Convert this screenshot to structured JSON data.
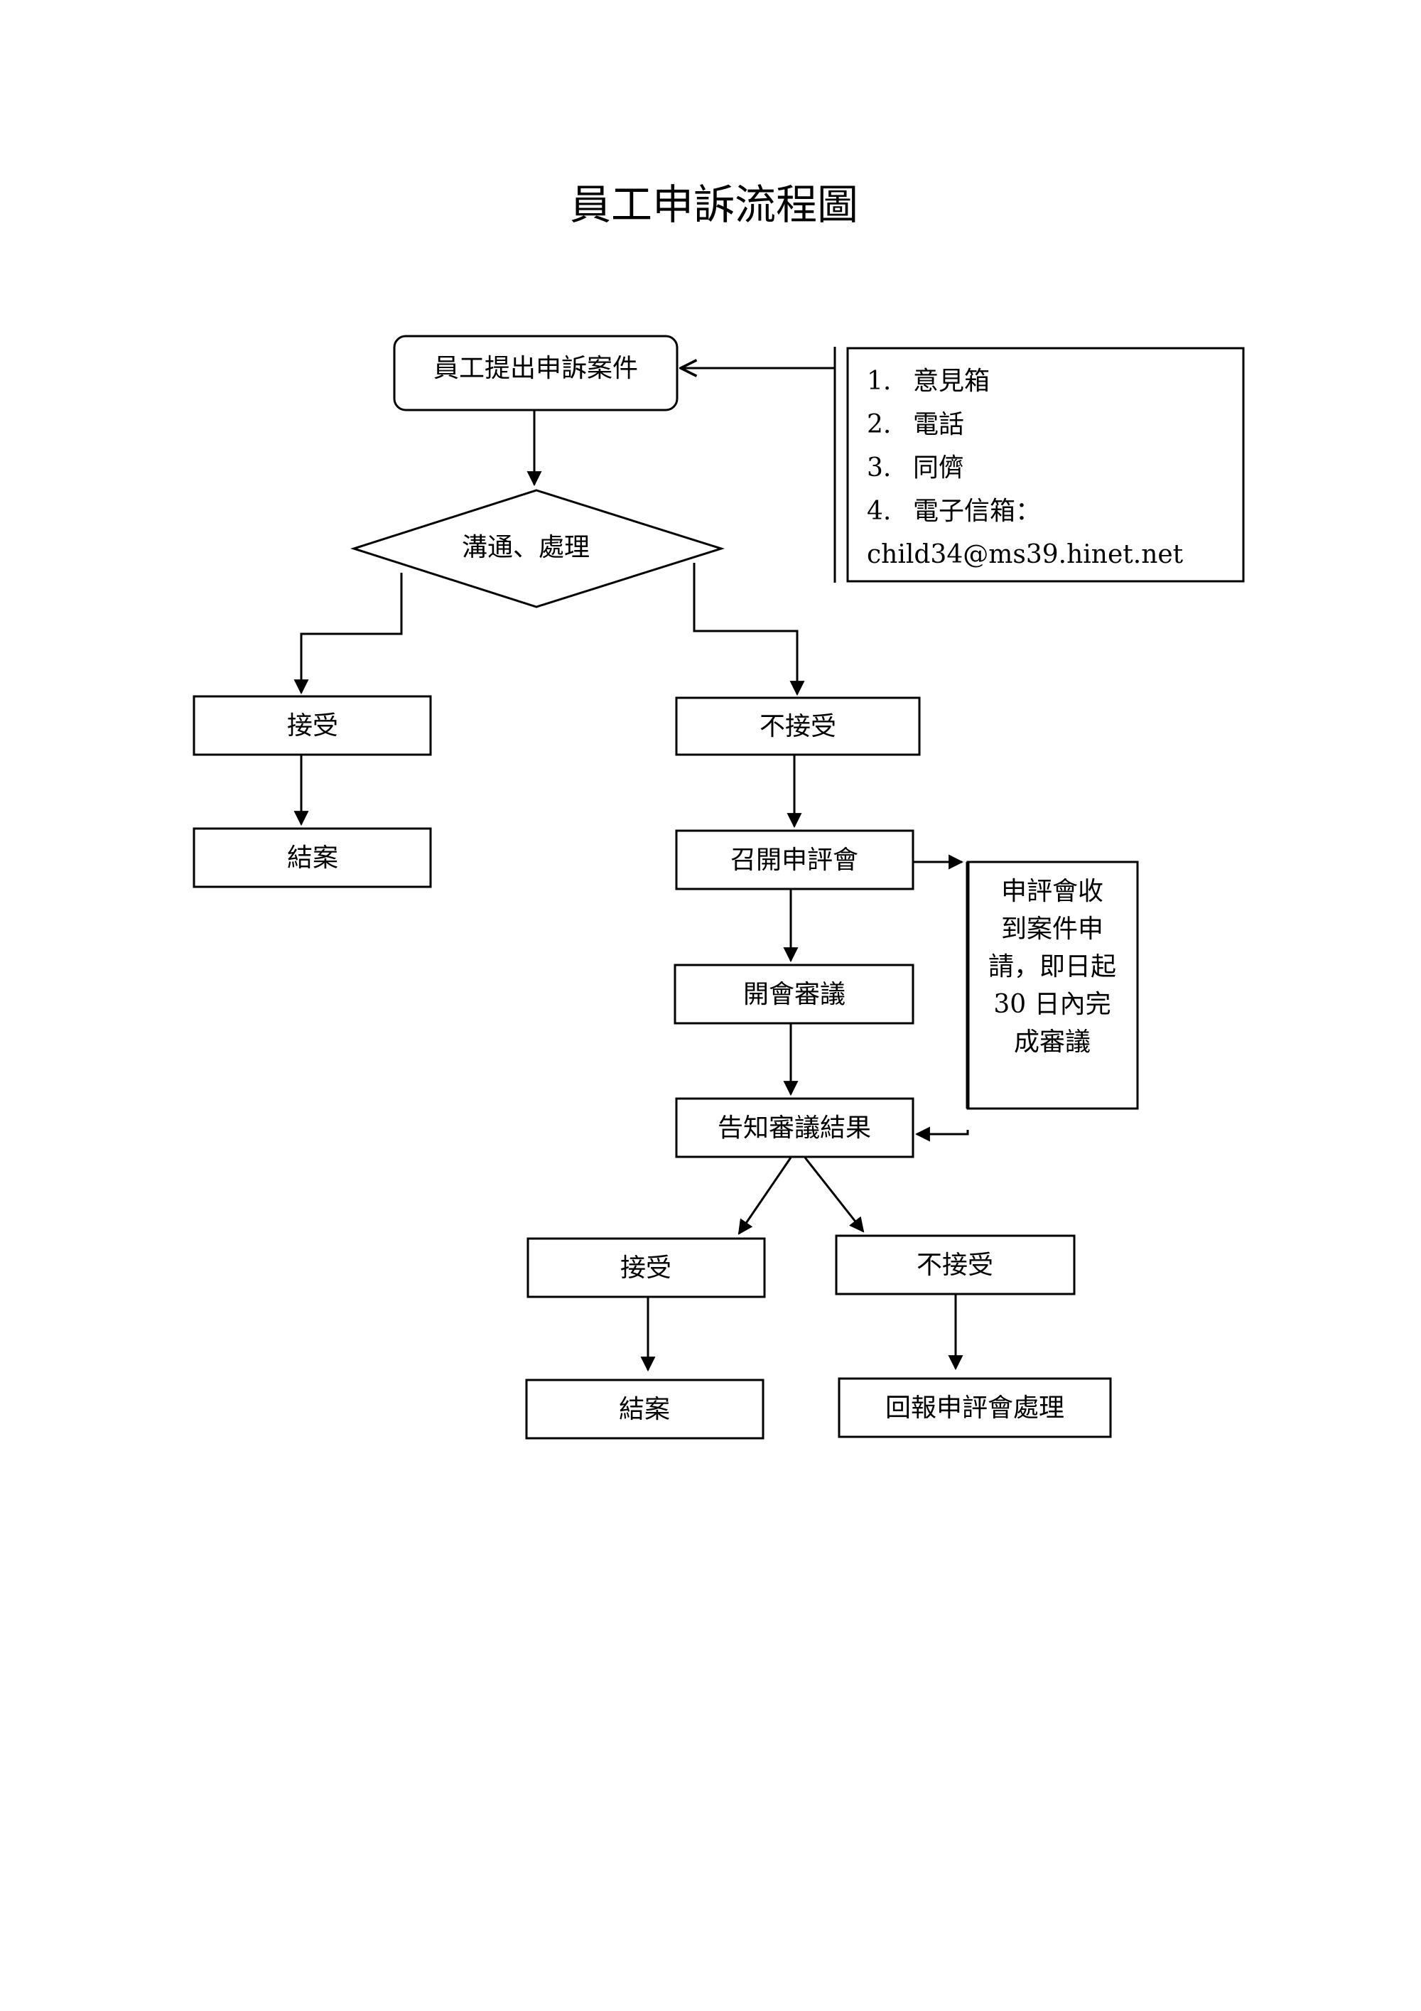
{
  "title": "員工申訴流程圖",
  "nodes": {
    "submit": "員工提出申訴案件",
    "communicate": "溝通、處理",
    "accept_1": "接受",
    "reject_1": "不接受",
    "close_1": "結案",
    "convene": "召開申評會",
    "review": "開會審議",
    "notify": "告知審議結果",
    "accept_2": "接受",
    "reject_2": "不接受",
    "close_2": "結案",
    "report_back": "回報申評會處理"
  },
  "channels": {
    "items": [
      {
        "num": "1.",
        "label": "意見箱"
      },
      {
        "num": "2.",
        "label": "電話"
      },
      {
        "num": "3.",
        "label": "同儕"
      },
      {
        "num": "4.",
        "label": "電子信箱："
      }
    ],
    "email": "child34@ms39.hinet.net"
  },
  "deadline_note": {
    "lines": [
      "申評會收",
      "到案件申",
      "請，即日起",
      "30 日內完",
      "成審議"
    ]
  }
}
